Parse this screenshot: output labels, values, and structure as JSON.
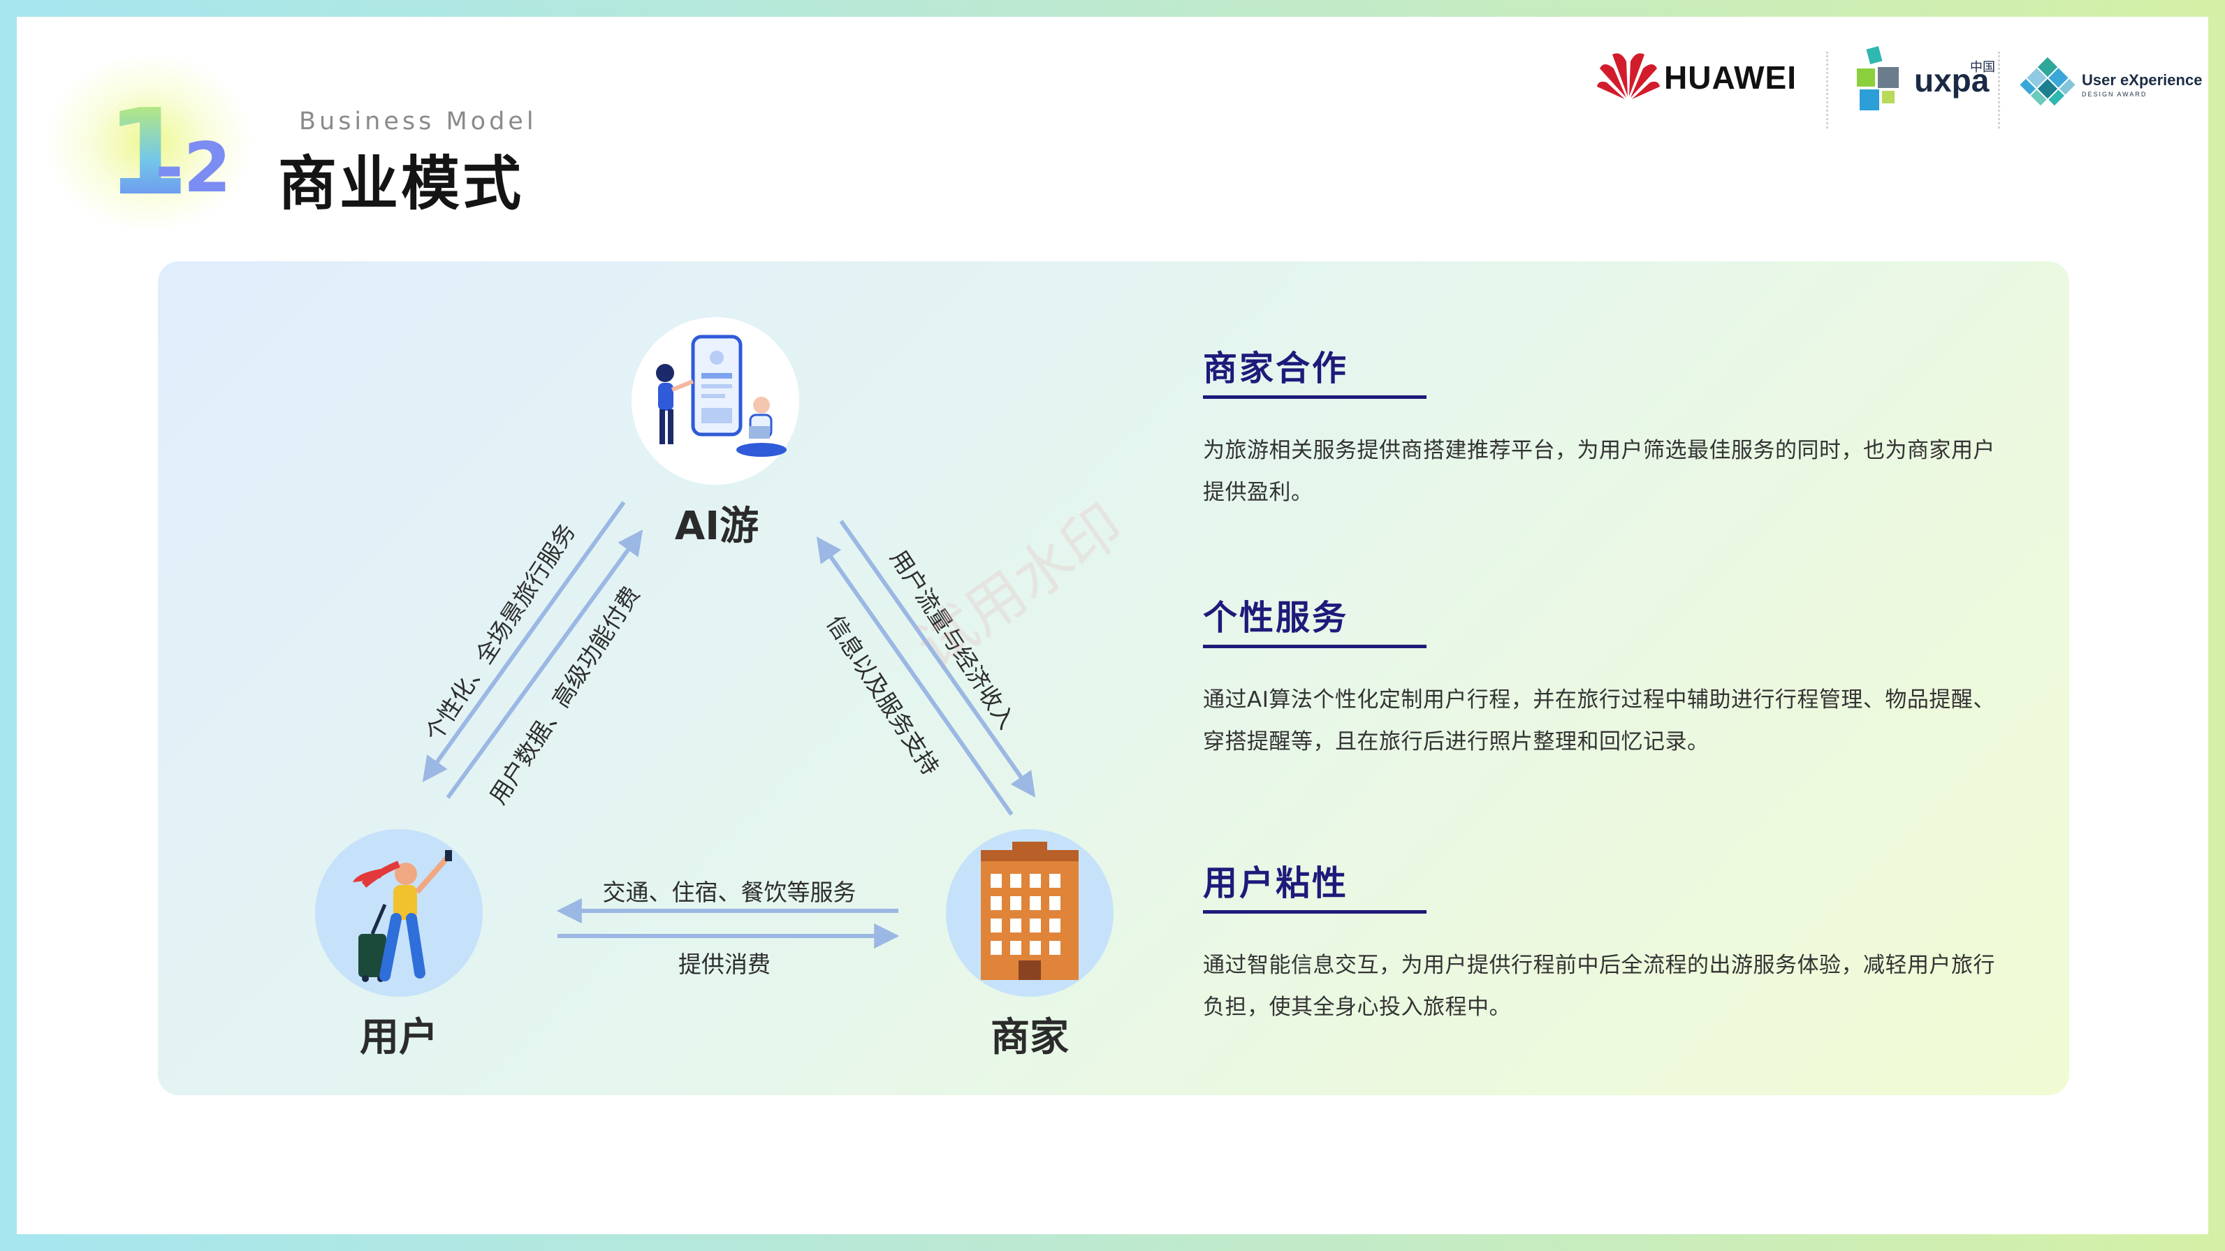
{
  "header": {
    "number_main": "1",
    "number_rest": "-2",
    "subtitle_en": "Business Model",
    "title_cn": "商业模式"
  },
  "logos": {
    "huawei": "HUAWEI",
    "uxpa": "uxpa",
    "uxpa_cn": "中国",
    "uxa_line1": "User eXperience",
    "uxa_line2": "DESIGN AWARD"
  },
  "diagram": {
    "nodes": {
      "ai": "AI游",
      "user": "用户",
      "merchant": "商家"
    },
    "edges": {
      "ai_to_user": "个性化、全场景旅行服务",
      "user_to_ai": "用户数据、高级功能付费",
      "user_to_merchant_flow": "用户流量与经济收入",
      "ai_support": "信息以及服务支持",
      "merchant_to_user": "交通、住宿、餐饮等服务",
      "user_to_merchant": "提供消费"
    },
    "watermark": "试用水印"
  },
  "sections": [
    {
      "heading": "商家合作",
      "body": "为旅游相关服务提供商搭建推荐平台，为用户筛选最佳服务的同时，也为商家用户提供盈利。"
    },
    {
      "heading": "个性服务",
      "body": "通过AI算法个性化定制用户行程，并在旅行过程中辅助进行行程管理、物品提醒、穿搭提醒等，且在旅行后进行照片整理和回忆记录。"
    },
    {
      "heading": "用户粘性",
      "body": "通过智能信息交互，为用户提供行程前中后全流程的出游服务体验，减轻用户旅行负担，使其全身心投入旅程中。"
    }
  ],
  "colors": {
    "accent_navy": "#1e1a7a",
    "arrow": "#9bb7e3",
    "node_bg": "#c6e2fa"
  }
}
